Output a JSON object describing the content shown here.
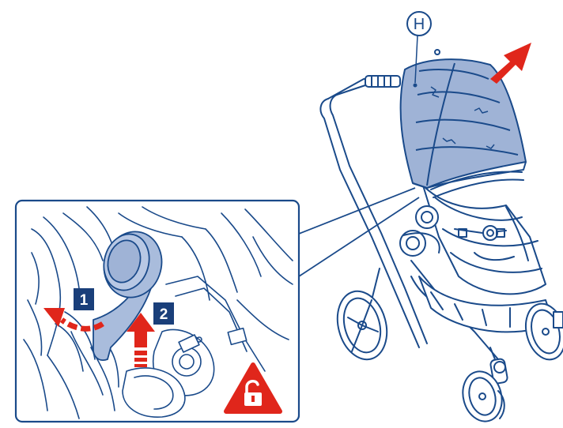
{
  "diagram": {
    "callout_label": "H",
    "steps": [
      {
        "number": "1"
      },
      {
        "number": "2"
      }
    ],
    "icons": {
      "unlock": "unlock-warning-icon",
      "lift_arrow": "arrow-up-icon",
      "rotate_arrow": "curved-arrow-icon",
      "canopy_direction": "arrow-diagonal-icon"
    },
    "colors": {
      "line": "#1a4a8a",
      "canopy_fill": "#9fb3d6",
      "knob_fill": "#a9bcdc",
      "accent_red": "#e0261b",
      "step_badge": "#1a3f7a"
    }
  }
}
